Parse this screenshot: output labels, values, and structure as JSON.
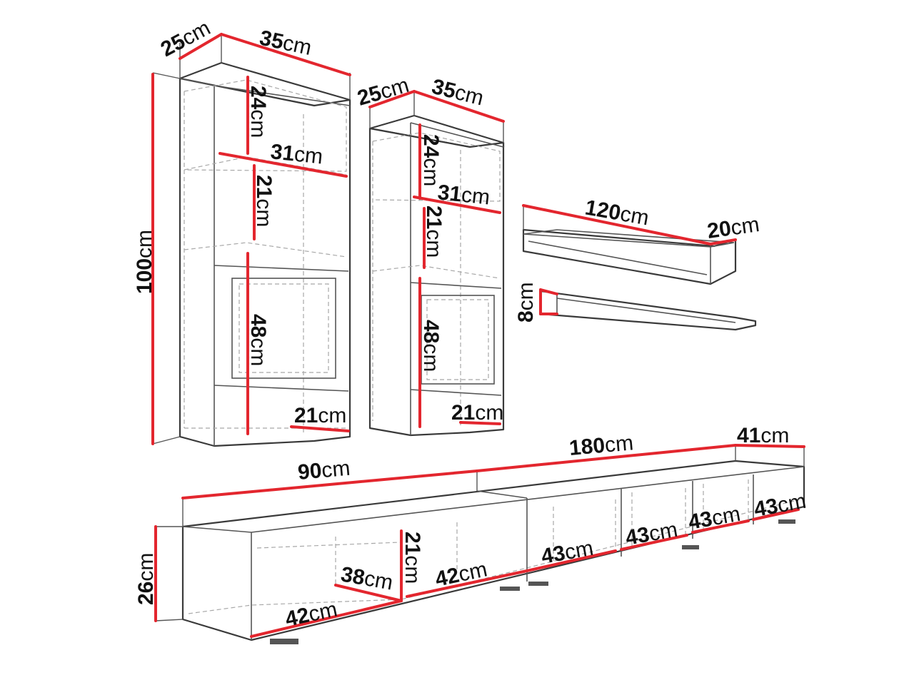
{
  "unit": "cm",
  "colors": {
    "dimension_line": "#e3262e",
    "outline": "#3a3a3a",
    "hidden_line": "#a8a8a8"
  },
  "tall_cabinet_left": {
    "depth": "25",
    "width": "35",
    "height": "100",
    "top_compartment": "24",
    "inner_width": "31",
    "middle_compartment": "21",
    "door_compartment": "48",
    "bottom_depth": "21"
  },
  "tall_cabinet_right": {
    "depth": "25",
    "width": "35",
    "top_compartment": "24",
    "inner_width": "31",
    "middle_compartment": "21",
    "door_compartment": "48",
    "bottom_depth": "21"
  },
  "shelf": {
    "length": "120",
    "depth": "20",
    "height": "8"
  },
  "tv_cabinet": {
    "total_length": "180",
    "half_length": "90",
    "depth": "41",
    "height": "26",
    "open_section_inner_height": "21",
    "open_section_depth": "38",
    "open_section_width_front": "42",
    "open_section_width_back": "42",
    "drawer_widths": [
      "43",
      "43",
      "43",
      "43"
    ]
  }
}
